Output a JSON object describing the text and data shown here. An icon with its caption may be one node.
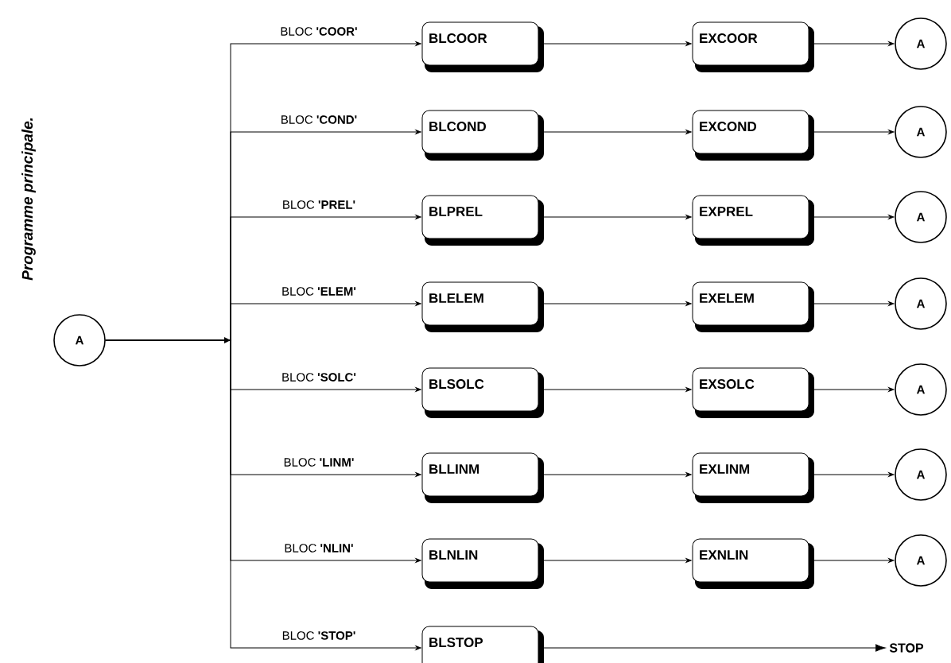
{
  "diagram": {
    "title": "Programme principale.",
    "nodes": [
      {
        "text": [
          "A"
        ]
      },
      {
        "text": [
          "BLCOOR"
        ]
      },
      {
        "text": [
          "EXCOOR"
        ]
      },
      {
        "text": [
          "A"
        ]
      },
      {
        "text": [
          "BLCOND"
        ]
      },
      {
        "text": [
          "EXCOND"
        ]
      },
      {
        "text": [
          "A"
        ]
      },
      {
        "text": [
          "BLPREL"
        ]
      },
      {
        "text": [
          "EXPREL"
        ]
      },
      {
        "text": [
          "A"
        ]
      },
      {
        "text": [
          "BLELEM"
        ]
      },
      {
        "text": [
          "EXELEM"
        ]
      },
      {
        "text": [
          "A"
        ]
      },
      {
        "text": [
          "BLSOLC"
        ]
      },
      {
        "text": [
          "EXSOLC"
        ]
      },
      {
        "text": [
          "A"
        ]
      },
      {
        "text": [
          "BLLINM"
        ]
      },
      {
        "text": [
          "EXLINM"
        ]
      },
      {
        "text": [
          "A"
        ]
      },
      {
        "text": [
          "BLNLIN"
        ]
      },
      {
        "text": [
          "EXNLIN"
        ]
      },
      {
        "text": [
          "A"
        ]
      },
      {
        "text": [
          "BLSTOP"
        ]
      },
      {
        "text": [
          "STOP"
        ]
      }
    ],
    "edges": [
      {
        "from": 0,
        "to": 1,
        "arrow": "to",
        "label": "BLOC **'COOR'**"
      },
      {
        "from": 0,
        "to": 4,
        "arrow": "to",
        "label": "BLOC **'COND'**"
      },
      {
        "from": 0,
        "to": 7,
        "arrow": "to",
        "label": "BLOC **'PREL'**"
      },
      {
        "from": 0,
        "to": 10,
        "arrow": "to",
        "label": "BLOC **'ELEM'**"
      },
      {
        "from": 0,
        "to": 13,
        "arrow": "to",
        "label": "BLOC **'SOLC'**"
      },
      {
        "from": 0,
        "to": 16,
        "arrow": "to",
        "label": "BLOC **'LINM'**"
      },
      {
        "from": 0,
        "to": 19,
        "arrow": "to",
        "label": "BLOC **'NLIN'**"
      },
      {
        "from": 0,
        "to": 22,
        "arrow": "to",
        "label": "BLOC **'STOP'**"
      },
      {
        "from": 1,
        "to": 2,
        "arrow": "to"
      },
      {
        "from": 2,
        "to": 3,
        "arrow": "to"
      },
      {
        "from": 4,
        "to": 5,
        "arrow": "to"
      },
      {
        "from": 5,
        "to": 6,
        "arrow": "to"
      },
      {
        "from": 7,
        "to": 8,
        "arrow": "to"
      },
      {
        "from": 8,
        "to": 9,
        "arrow": "to"
      },
      {
        "from": 10,
        "to": 11,
        "arrow": "to"
      },
      {
        "from": 11,
        "to": 12,
        "arrow": "to"
      },
      {
        "from": 13,
        "to": 14,
        "arrow": "to"
      },
      {
        "from": 14,
        "to": 15,
        "arrow": "to"
      },
      {
        "from": 16,
        "to": 17,
        "arrow": "to"
      },
      {
        "from": 17,
        "to": 18,
        "arrow": "to"
      },
      {
        "from": 19,
        "to": 20,
        "arrow": "to"
      },
      {
        "from": 20,
        "to": 21,
        "arrow": "to"
      },
      {
        "from": 22,
        "to": 23,
        "arrow": "to"
      }
    ]
  }
}
